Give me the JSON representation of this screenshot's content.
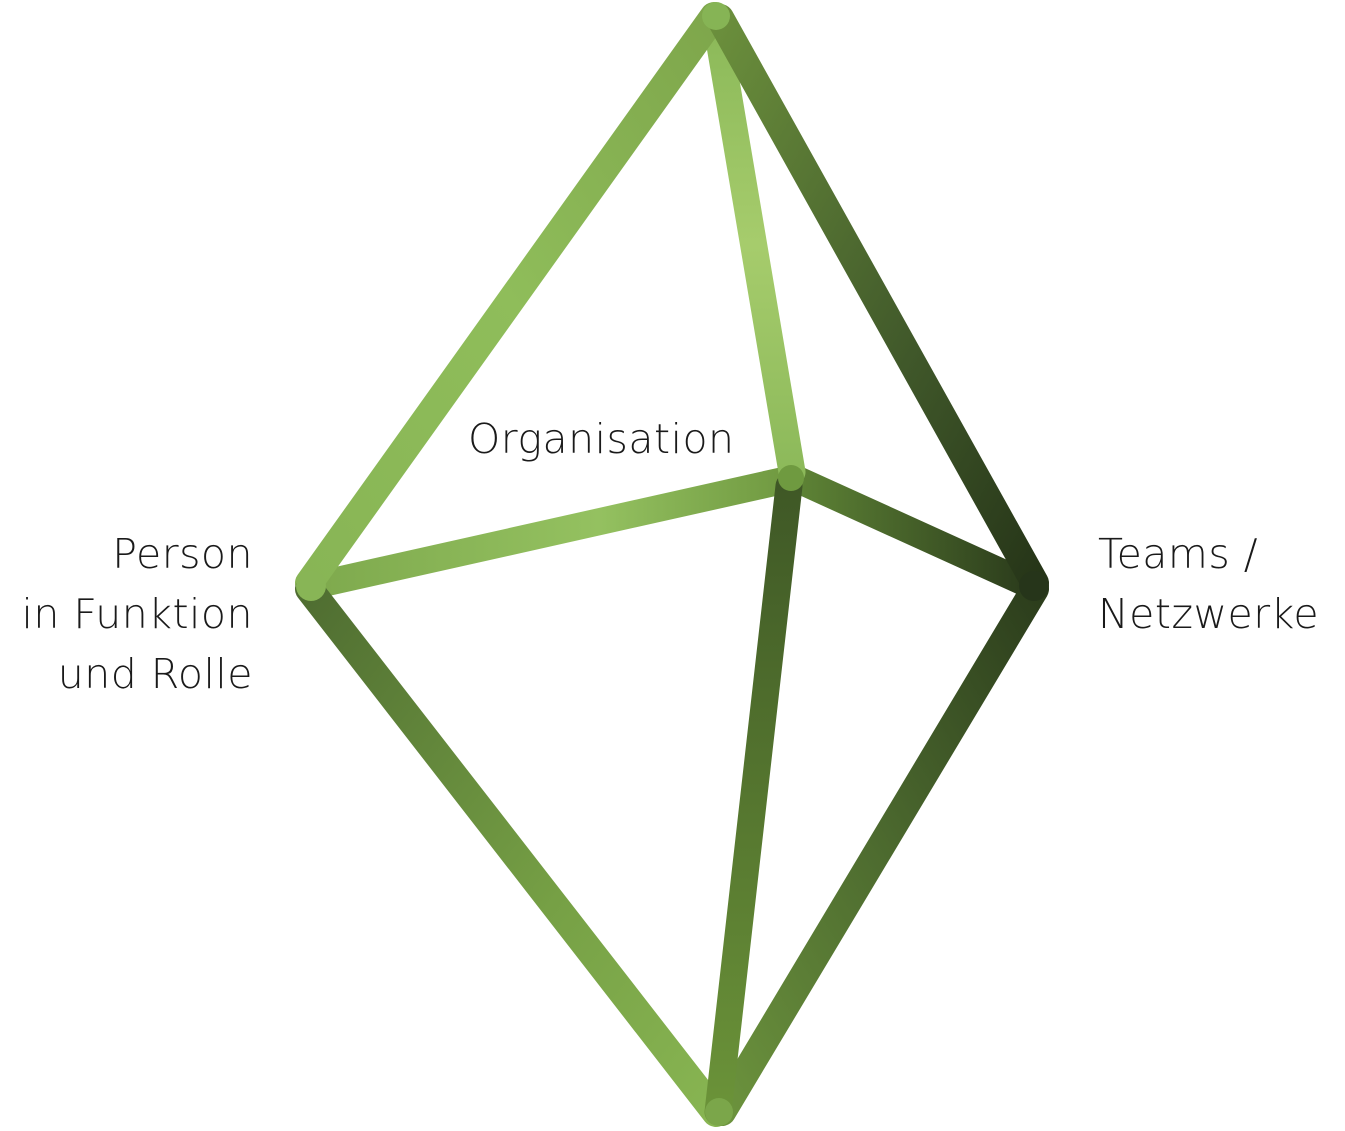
{
  "diagram": {
    "labels": {
      "organisation": "Organisation",
      "person": [
        "Person",
        "in Funktion",
        "und Rolle"
      ],
      "teams": [
        "Teams /",
        "Netzwerke"
      ]
    },
    "colors": {
      "strut_light": "#9ec765",
      "strut_mid": "#6f9a3e",
      "strut_dark": "#2b3a1c",
      "text": "#1a1a1a"
    }
  }
}
